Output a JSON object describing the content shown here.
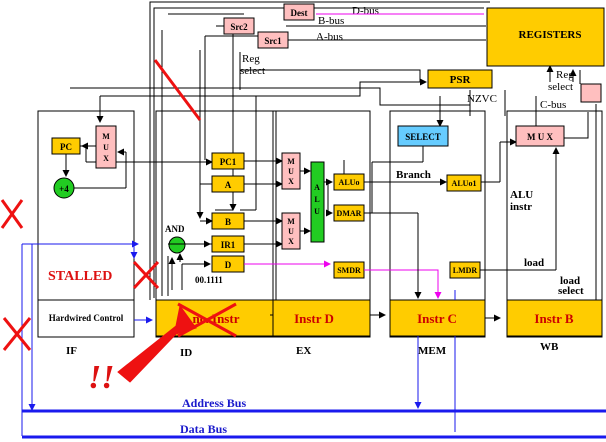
{
  "colors": {
    "yellow": "#ffcc00",
    "pink": "#ffbfbf",
    "blue_box": "#66ccff",
    "alu_green": "#22cc22",
    "bus_blue": "#1a1aee",
    "magenta": "#ee00ee",
    "cross_red": "#ee1111"
  },
  "registers": {
    "label": "REGISTERS"
  },
  "psr": {
    "label": "PSR",
    "flags": "NZVC"
  },
  "select": {
    "label": "SELECT"
  },
  "sources": {
    "src2": "Src2",
    "src1": "Src1",
    "dest": "Dest"
  },
  "buses": {
    "d_bus": "D-bus",
    "b_bus": "B-bus",
    "a_bus": "A-bus",
    "c_bus": "C-bus",
    "address": "Address Bus",
    "data": "Data Bus"
  },
  "reg_select": {
    "left": [
      "Reg",
      "select"
    ],
    "right": [
      "Reg",
      "select"
    ]
  },
  "if_stage": {
    "pc": "PC",
    "mux": [
      "M",
      "U",
      "X"
    ],
    "adder": "+4",
    "hardwired": "Hardwired Control",
    "stalled": "STALLED",
    "stage_label": "IF"
  },
  "id_stage": {
    "pc1": "PC1",
    "a": "A",
    "b": "B",
    "ir1": "IR1",
    "d": "D",
    "and": "AND",
    "const": "00.1111",
    "instr_box": "nc. Instr",
    "stage_label": "ID"
  },
  "ex_stage": {
    "mux_top": [
      "M",
      "U",
      "X"
    ],
    "mux_bot": [
      "M",
      "U",
      "X"
    ],
    "alu": [
      "A",
      "L",
      "U"
    ],
    "aluo": "ALUo",
    "dmar": "DMAR",
    "smdr": "SMDR",
    "instr_box": "Instr D",
    "stage_label": "EX"
  },
  "mem_stage": {
    "branch": "Branch",
    "aluo1": "ALUo1",
    "lmdr": "LMDR",
    "instr_box": "Instr C",
    "stage_label": "MEM"
  },
  "wb_stage": {
    "mux": "M U X",
    "alu_instr": [
      "ALU",
      "instr"
    ],
    "load": "load",
    "load_select": [
      "load",
      "select"
    ],
    "instr_box": "Instr B",
    "stage_label": "WB"
  },
  "exclaim": "!!"
}
